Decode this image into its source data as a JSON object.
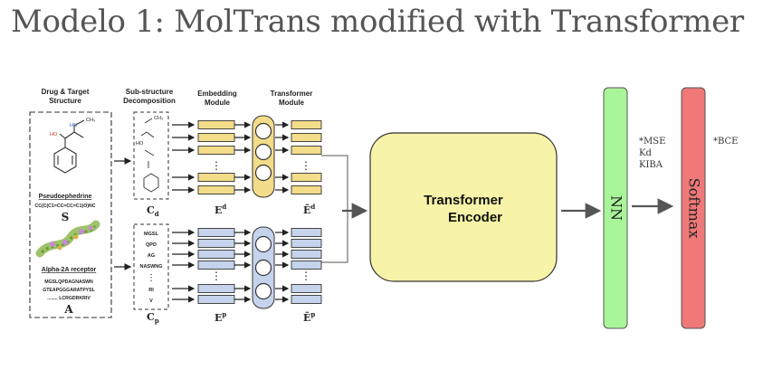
{
  "title": "Modelo 1: MolTrans modified with Transformer",
  "moltrans": {
    "col_headers": {
      "drug_target": [
        "Drug & Target",
        "Structure"
      ],
      "substructure": [
        "Sub-structure",
        "Decomposition"
      ],
      "embedding": [
        "Embedding",
        "Module"
      ],
      "transformer": [
        "Transformer",
        "Module"
      ]
    },
    "drug": {
      "name": "Pseudoephedrine",
      "smiles": "CC(C(C1=CC=CC=C1)O)NC",
      "symbol": "S",
      "atoms": [
        "CH₃",
        "HN",
        "HO"
      ],
      "sub_label": "C",
      "sub_sup": "d",
      "emb_label": "E",
      "emb_sup": "d",
      "out_label": "Ẽ",
      "out_sup": "d"
    },
    "target": {
      "name": "Alpha-2A receptor",
      "seq_lines": [
        "MGSLQPDAGNASWN",
        "GTEAPGGGARATPYSL",
        "........ LCRGDRKRIV"
      ],
      "symbol": "A",
      "subs": [
        "MGSL",
        "QPD",
        "AG",
        "NASWNG",
        "RI",
        "V"
      ],
      "sub_label": "C",
      "sub_sup": "p",
      "emb_label": "E",
      "emb_sup": "p",
      "out_label": "Ẽ",
      "out_sup": "p"
    },
    "dots": "⋮"
  },
  "encoder": {
    "line1": "Transformer",
    "line2": "Encoder"
  },
  "nn": {
    "label": "NN",
    "color": "#a9f59a"
  },
  "metrics": [
    "*MSE",
    "Kd",
    "KIBA"
  ],
  "softmax": {
    "label": "Softmax",
    "color": "#ef7878",
    "note": "*BCE"
  },
  "colors": {
    "drug_embed": "#f3dc8a",
    "target_embed": "#c5d4ec",
    "encoder_fill": "#f7f3a8",
    "arrow": "#555555"
  }
}
